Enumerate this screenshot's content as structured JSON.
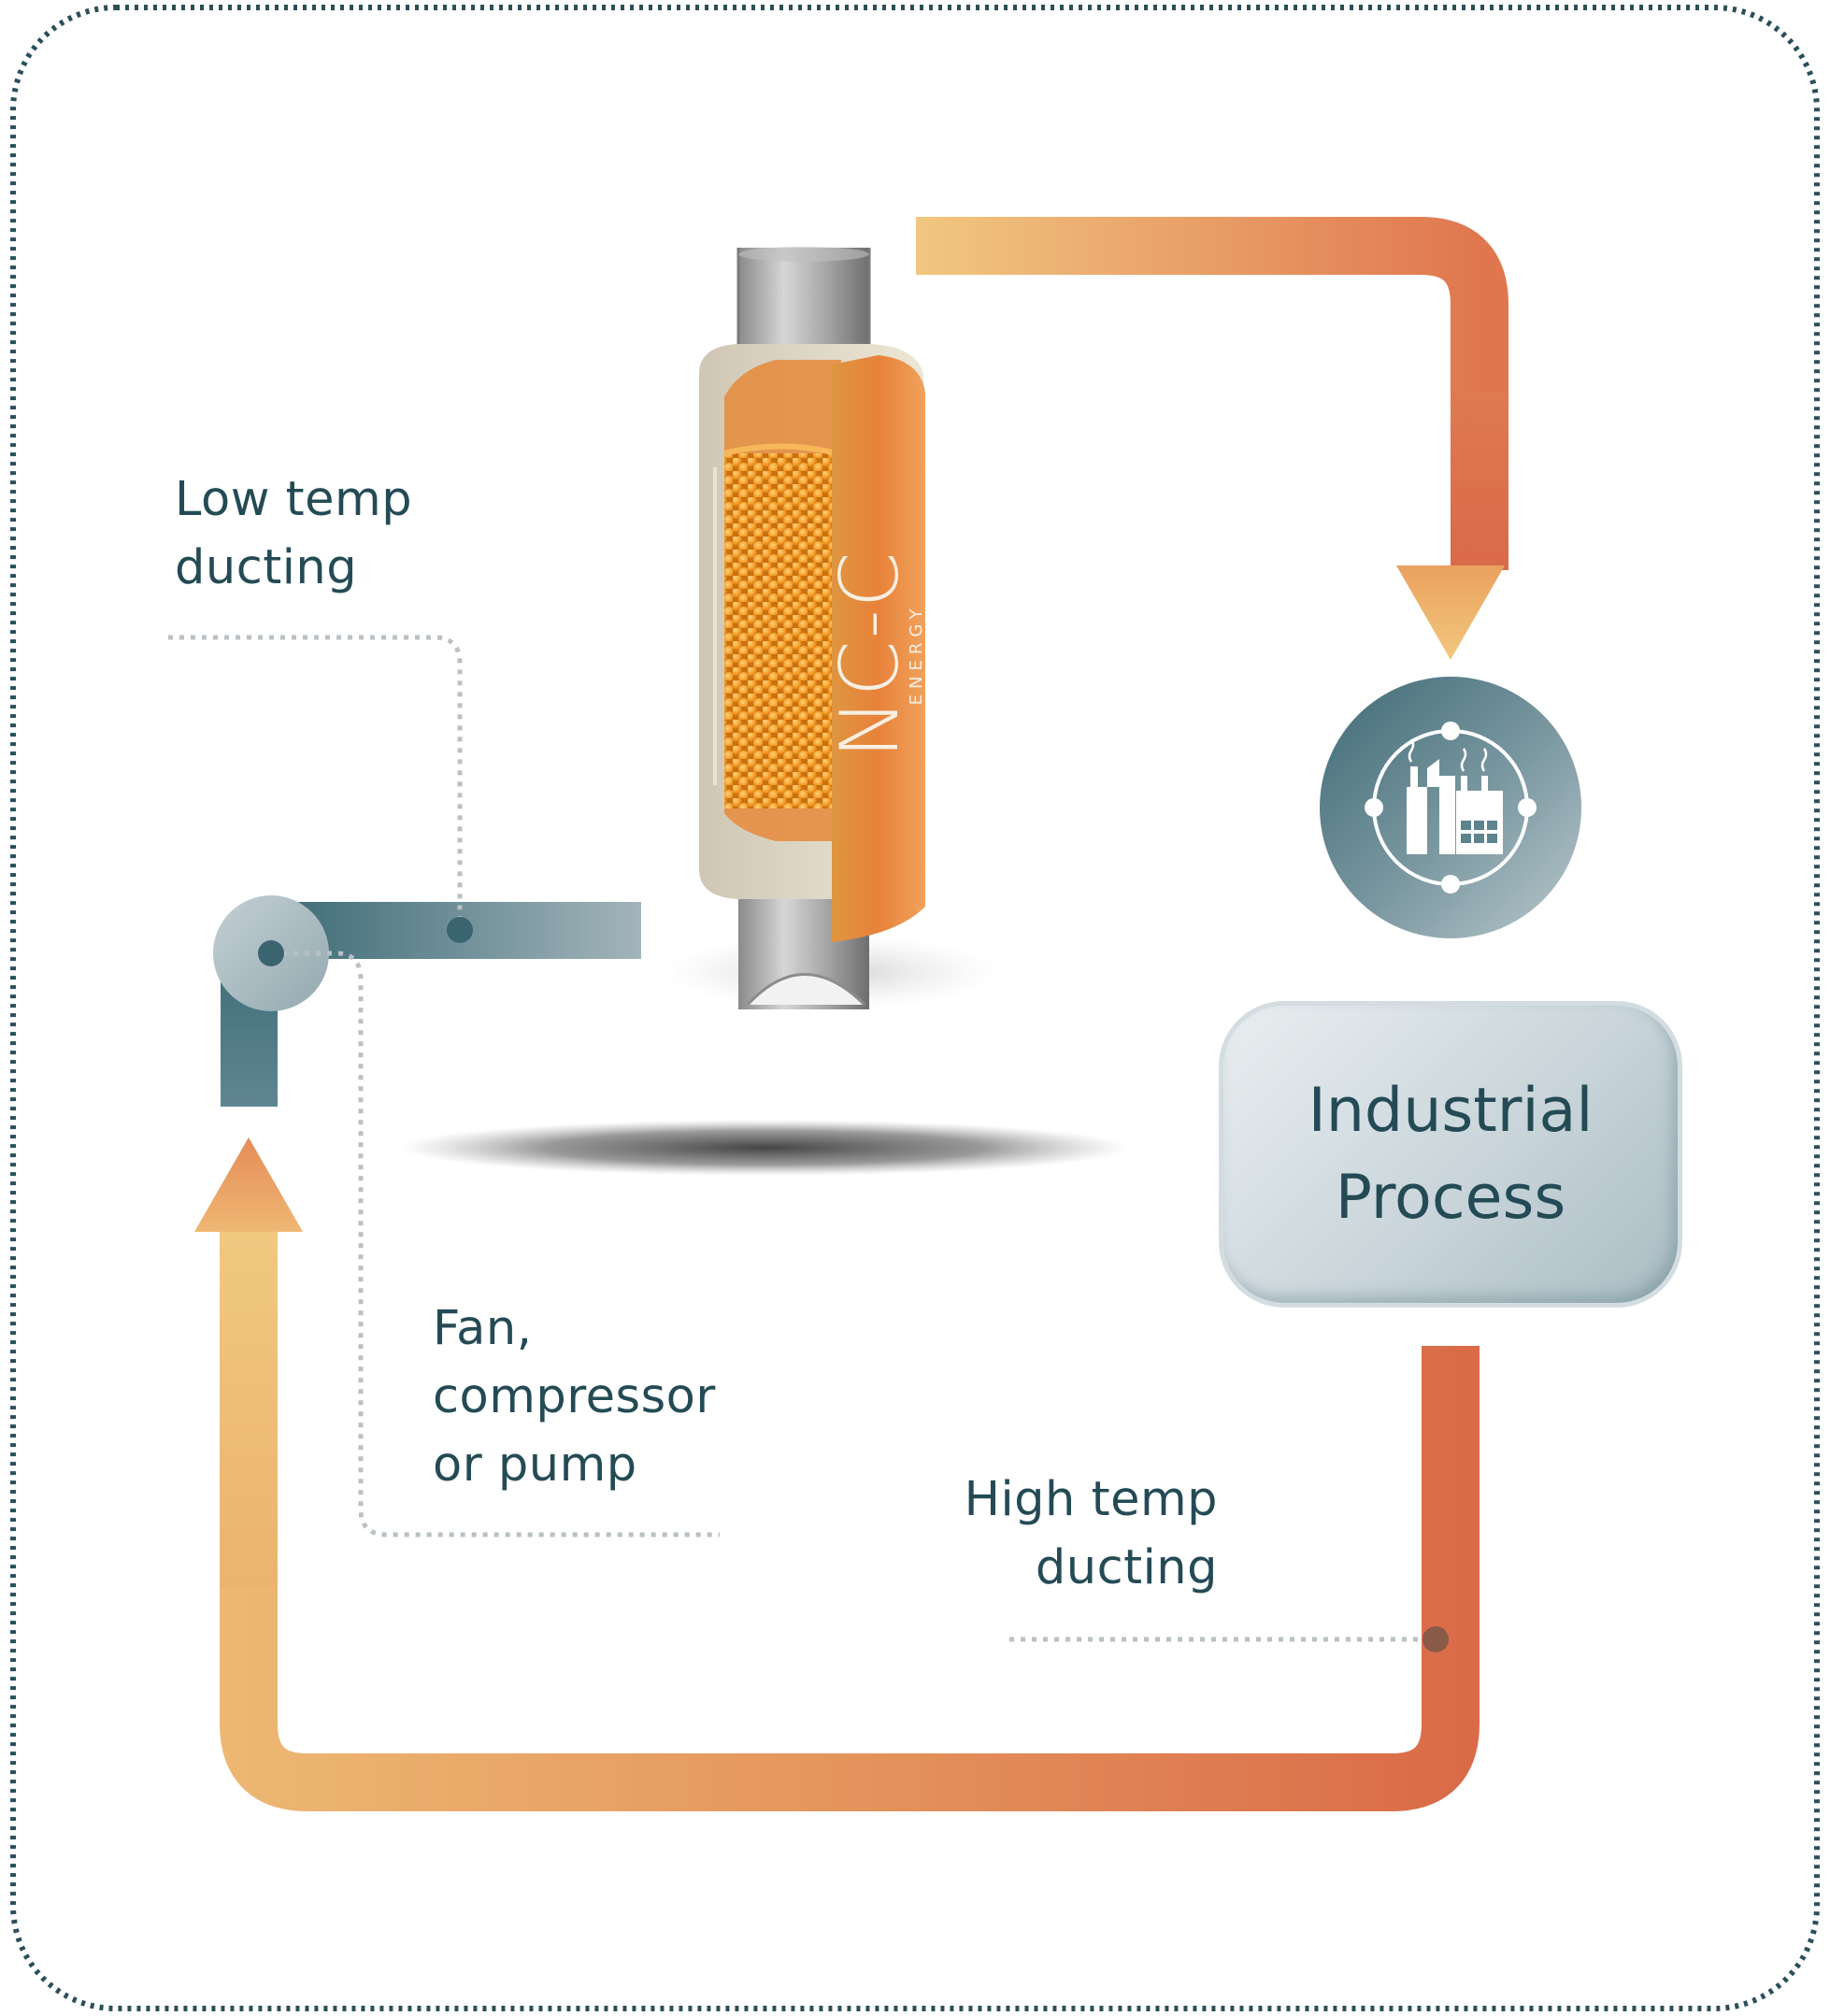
{
  "labels": {
    "low_temp": "Low temp\nducting",
    "fan": "Fan,\ncompressor\nor pump",
    "high_temp": "High temp\nducting",
    "industrial_process": "Industrial\nProcess"
  },
  "logo": {
    "brand": "NC-C",
    "sub": "ENERGY"
  },
  "icons": [
    "factory-icon",
    "arrow-down-icon",
    "arrow-up-icon"
  ],
  "colors": {
    "text": "#244b55",
    "hot_start": "#f0c67f",
    "hot_end": "#db6b48",
    "cold_start": "#3f6d78",
    "cold_end": "#a5b6bc",
    "border_dots": "#2a4f5a"
  }
}
